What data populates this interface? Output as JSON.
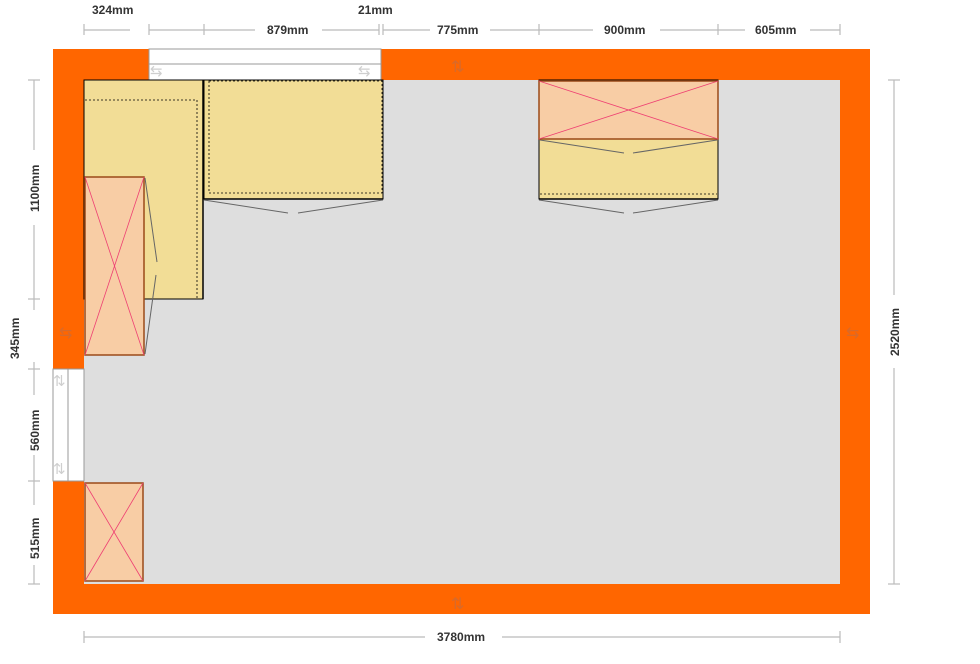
{
  "colors": {
    "wall": "#ff6600",
    "floor": "#dedede",
    "cabinet": "#f2dd96",
    "appliance": "#f8cda5",
    "appliance_cross": "#ee3f72",
    "window": "#ffffff"
  },
  "dimensions": {
    "top": [
      "324mm",
      "879mm",
      "21mm",
      "775mm",
      "900mm",
      "605mm"
    ],
    "left": [
      "1100mm",
      "345mm",
      "560mm",
      "515mm"
    ],
    "right": "2520mm",
    "bottom": "3780mm"
  },
  "icons": {
    "door_arrow": "up-down-arrow-icon",
    "window_arrow": "double-arrow-icon"
  }
}
